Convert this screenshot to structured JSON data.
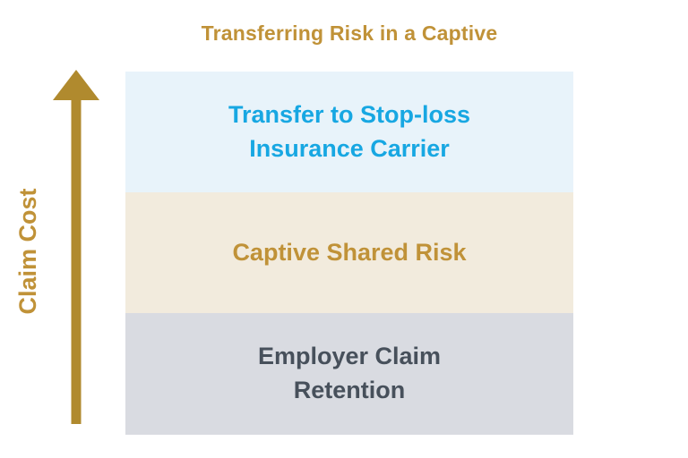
{
  "title": "Transferring Risk in a Captive",
  "y_axis": {
    "label": "Claim Cost",
    "direction": "up",
    "icon": "up-arrow-icon"
  },
  "layers": [
    {
      "id": "stop-loss",
      "label": "Transfer to Stop-loss\nInsurance Carrier",
      "bg": "#e8f3fa",
      "text_color": "#17a7e2"
    },
    {
      "id": "captive-shared-risk",
      "label": "Captive Shared Risk",
      "bg": "#f2ebdd",
      "text_color": "#c09238"
    },
    {
      "id": "employer-claim-retention",
      "label": "Employer Claim\nRetention",
      "bg": "#d9dbe1",
      "text_color": "#47505b"
    }
  ],
  "colors": {
    "gold-text": "#c09238",
    "arrow-gold": "#b08a2e",
    "background": "#ffffff"
  }
}
